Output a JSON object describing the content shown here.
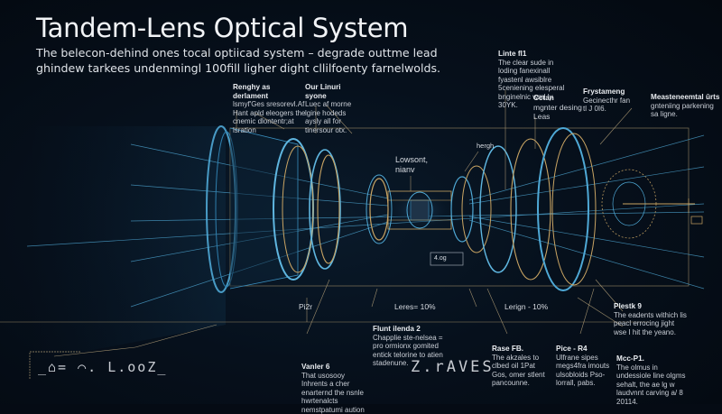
{
  "header": {
    "title": "Tandem-Lens Optical System",
    "subtitle": "The belecon-dehind ones tocal optiicad system – degrade outtme lead ghindew tarkees undenmingl 100fill ligher dight cllilfoenty farnelwolds."
  },
  "colors": {
    "background": "#050b14",
    "wire_cyan": "#4fa9d6",
    "wire_gold": "#c9a463",
    "leader_line": "#b7a27a"
  },
  "annotations": {
    "top_left_a": {
      "heading": "Renghy as derlament",
      "body": "lsmyf'Ges sresorevl.Af Hant apld eleogers the cnemic dlontentr;at lsration"
    },
    "top_left_b": {
      "heading": "Our Linuri syone",
      "body": "Luec af morne lgine hodeds aysly all for tinersour otx."
    },
    "top_center": {
      "heading": "Lowsont,",
      "body": "nianv"
    },
    "top_right_a": {
      "heading": "Linte fl1",
      "body": "The clear sude in loding fanexinall fyastenl awsiblre 5ceniening elesperal bnginelnic wml ly 30YK."
    },
    "top_right_b": {
      "heading": "Cctan",
      "body": "mgnter desing Leas"
    },
    "top_right_c": {
      "heading": "Frystameng",
      "body": "Gecinecthr fan tl J 0I6."
    },
    "far_right": {
      "heading": "Measteneemtal ûrts",
      "body": "gnteniing parkening sa ligne."
    },
    "small_label_hergh": "hergh",
    "box_label": "4.og",
    "bottom_label_pi2": "Pi2r",
    "bottom_label_leres": "Leres= 10%",
    "bottom_label_lerign": "Lerign - 10%",
    "bottom_center": {
      "heading": "Flunt ilenda 2",
      "body": "Chapplie ste-nelsea = pro ormionx gomited entick telorine to atien stadenune."
    },
    "bottom_left": {
      "heading": "Vanler 6",
      "body": "That usosooy Inhrents a cher enarternd the nsnle hwrtenalcts nemstpatumi aution"
    },
    "bottom_rase": {
      "heading": "Rase FB.",
      "body": "The akzales to clbed oil 1Pat Gos, omer stlent pancounne."
    },
    "bottom_pice": {
      "heading": "Pice - R4",
      "body": "Ulfrane sipes megs4fra imouts ulsobloids Pso-lorrall, pabs."
    },
    "bottom_right_a": {
      "heading": "Plestk 9",
      "body": "The eadents withich lis peacl errocing jight wse I hit the yeano."
    },
    "bottom_right_b": {
      "heading": "Mcc-P1.",
      "body": "The olmus in undessiole line olgms sehalt, the ae lg w laudvnnt carving a/ 8 20114."
    }
  },
  "glyph_strings": {
    "bottom_left_glyphs": "_⌂= ⌒. L.ooZ_",
    "bottom_center_glyphs": "Z.rAVES"
  }
}
